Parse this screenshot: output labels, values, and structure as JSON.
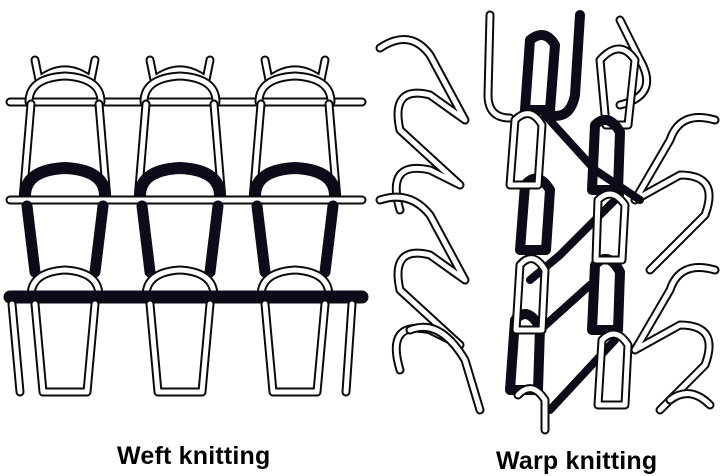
{
  "figure": {
    "panels": [
      {
        "id": "weft",
        "caption": "Weft knitting"
      },
      {
        "id": "warp",
        "caption": "Warp knitting"
      }
    ],
    "colors": {
      "yarn_fill": "#ffffff",
      "yarn_outline": "#0a0a0a",
      "highlight_yarn": "#0b0b1a",
      "background": "#ffffff"
    }
  }
}
